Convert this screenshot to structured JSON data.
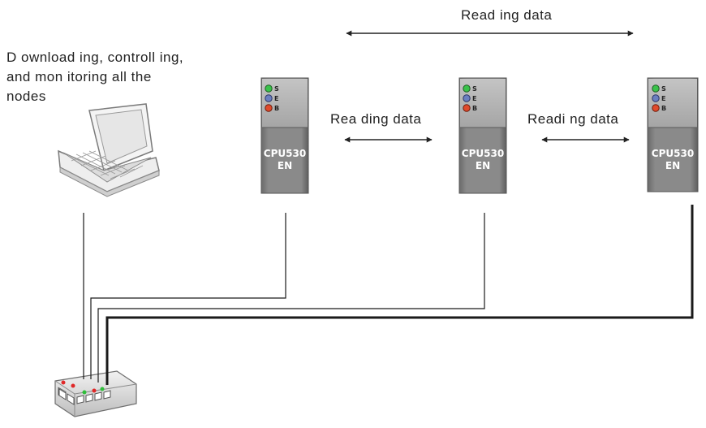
{
  "pc": {
    "caption_lines": [
      "D ownload ing, controll ing,",
      "and mon itoring all the",
      "nodes"
    ]
  },
  "labels": {
    "top": "Read ing data",
    "left": "Rea ding data",
    "right": "Readi ng data"
  },
  "cpus": [
    {
      "model": "CPU530",
      "suffix": "EN",
      "leds": [
        "S",
        "E",
        "B"
      ]
    },
    {
      "model": "CPU530",
      "suffix": "EN",
      "leds": [
        "S",
        "E",
        "B"
      ]
    },
    {
      "model": "CPU530",
      "suffix": "EN",
      "leds": [
        "S",
        "E",
        "B"
      ]
    }
  ],
  "colors": {
    "cpu_body": "#7b7b7b",
    "cpu_lower": "#8a8a8a",
    "cpu_upper": "#b2b2b2",
    "led_s": "#39c24a",
    "led_e": "#6b7fc0",
    "led_b": "#e04a2c",
    "cable": "#1a1a1a"
  },
  "icons": {
    "laptop": "laptop-icon",
    "switch": "ethernet-switch-icon"
  }
}
